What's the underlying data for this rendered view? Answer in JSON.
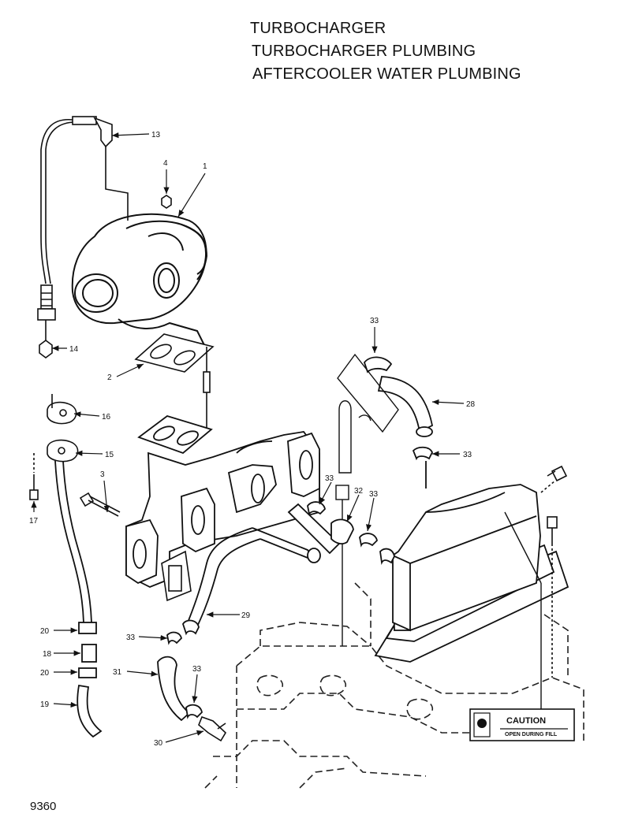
{
  "titles": [
    "TURBOCHARGER",
    "TURBOCHARGER PLUMBING",
    "AFTERCOOLER WATER PLUMBING"
  ],
  "figure_number": "9360",
  "decal": {
    "heading": "CAUTION",
    "subtext": "OPEN DURING FILL"
  },
  "callouts": {
    "c1": "1",
    "c2": "2",
    "c3": "3",
    "c4": "4",
    "c13": "13",
    "c14": "14",
    "c15": "15",
    "c16": "16",
    "c17": "17",
    "c18": "18",
    "c19": "19",
    "c20a": "20",
    "c20b": "20",
    "c28": "28",
    "c29": "29",
    "c30": "30",
    "c31": "31",
    "c32": "32",
    "c33a": "33",
    "c33b": "33",
    "c33c": "33",
    "c33d": "33",
    "c33e": "33",
    "c33f": "33"
  }
}
